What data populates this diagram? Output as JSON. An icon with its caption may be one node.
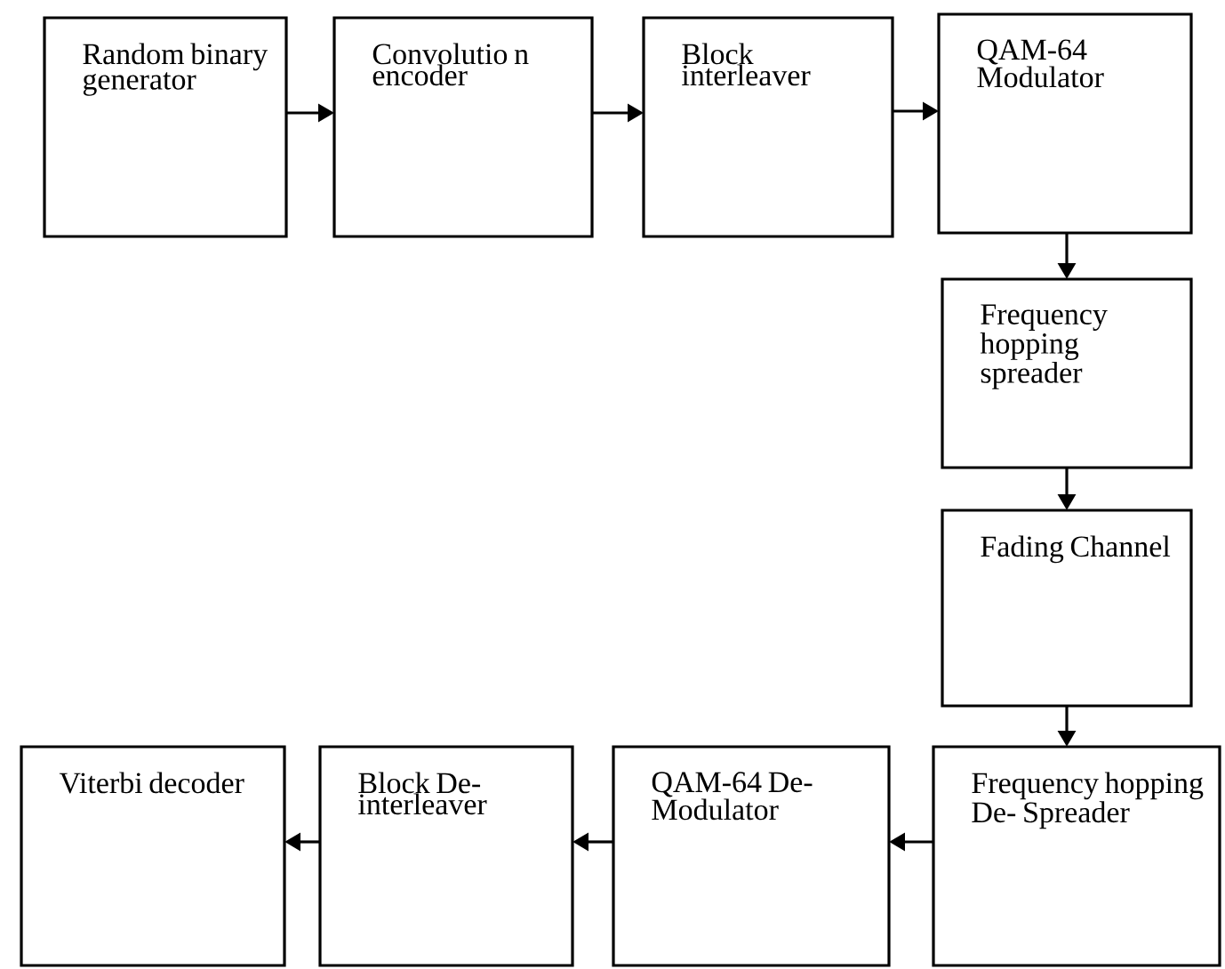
{
  "diagram": {
    "nodes": [
      {
        "text": [
          "Random binary generator"
        ]
      },
      {
        "text": [
          "Convolutio n encoder"
        ]
      },
      {
        "text": [
          "Block interleaver"
        ]
      },
      {
        "text": [
          "QAM-64 Modulator"
        ]
      },
      {
        "text": [
          "Frequency hopping spreader"
        ]
      },
      {
        "text": [
          "Fading Channel"
        ]
      },
      {
        "text": [
          "Frequency hopping De- Spreader"
        ]
      },
      {
        "text": [
          "QAM-64 De- Modulator"
        ]
      },
      {
        "text": [
          "Block De- interleaver"
        ]
      },
      {
        "text": [
          "Viterbi decoder"
        ]
      }
    ],
    "edges": [
      {
        "from": 0,
        "to": 1,
        "arrow": "to"
      },
      {
        "from": 1,
        "to": 2,
        "arrow": "to"
      },
      {
        "from": 2,
        "to": 3,
        "arrow": "to"
      },
      {
        "from": 3,
        "to": 4,
        "arrow": "to"
      },
      {
        "from": 4,
        "to": 5,
        "arrow": "to"
      },
      {
        "from": 5,
        "to": 6,
        "arrow": "to"
      },
      {
        "from": 6,
        "to": 7,
        "arrow": "to"
      },
      {
        "from": 7,
        "to": 8,
        "arrow": "to"
      },
      {
        "from": 8,
        "to": 9,
        "arrow": "to"
      }
    ]
  }
}
